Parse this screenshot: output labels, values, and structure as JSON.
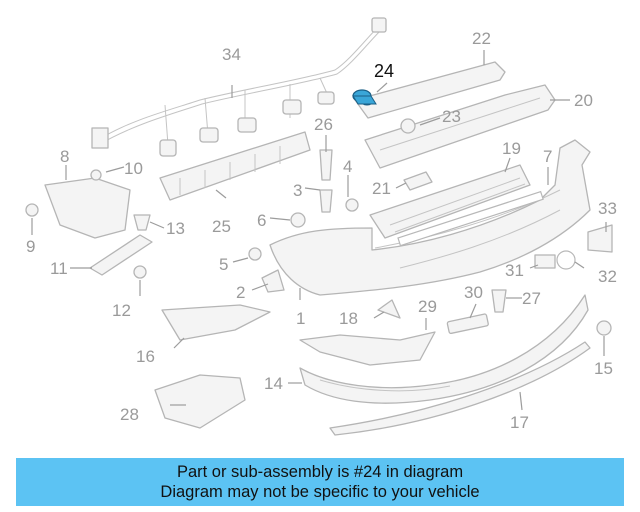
{
  "diagram": {
    "callouts": [
      "1",
      "2",
      "3",
      "4",
      "5",
      "6",
      "7",
      "8",
      "9",
      "10",
      "11",
      "12",
      "13",
      "14",
      "15",
      "16",
      "17",
      "18",
      "19",
      "20",
      "21",
      "22",
      "23",
      "24",
      "25",
      "26",
      "27",
      "28",
      "29",
      "30",
      "31",
      "32",
      "33",
      "34"
    ],
    "highlighted_callout": "24",
    "highlight_color": "#3aa6d8"
  },
  "caption": {
    "line1": "Part or sub-assembly is #24 in diagram",
    "line2": "Diagram may not be specific to your vehicle",
    "background": "#5cc3f3"
  }
}
